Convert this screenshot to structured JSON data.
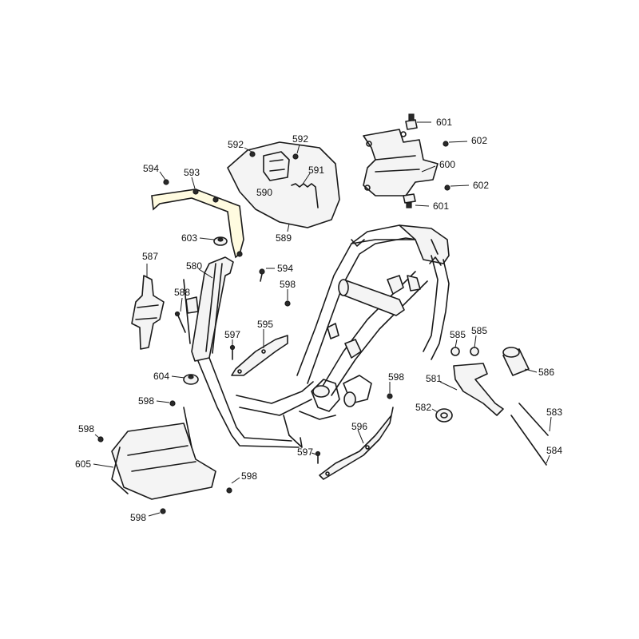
{
  "callouts": {
    "c601a": "601",
    "c602a": "602",
    "c600": "600",
    "c602b": "602",
    "c601b": "601",
    "c592a": "592",
    "c592b": "592",
    "c591": "591",
    "c590": "590",
    "c589": "589",
    "c594a": "594",
    "c593": "593",
    "c603": "603",
    "c594b": "594",
    "c587": "587",
    "c580": "580",
    "c598a": "598",
    "c588": "588",
    "c597a": "597",
    "c595": "595",
    "c585a": "585",
    "c585b": "585",
    "c581": "581",
    "c586": "586",
    "c598b": "598",
    "c582": "582",
    "c583": "583",
    "c604": "604",
    "c598c": "598",
    "c596": "596",
    "c584": "584",
    "c598d": "598",
    "c597b": "597",
    "c605": "605",
    "c598e": "598",
    "c598f": "598"
  }
}
